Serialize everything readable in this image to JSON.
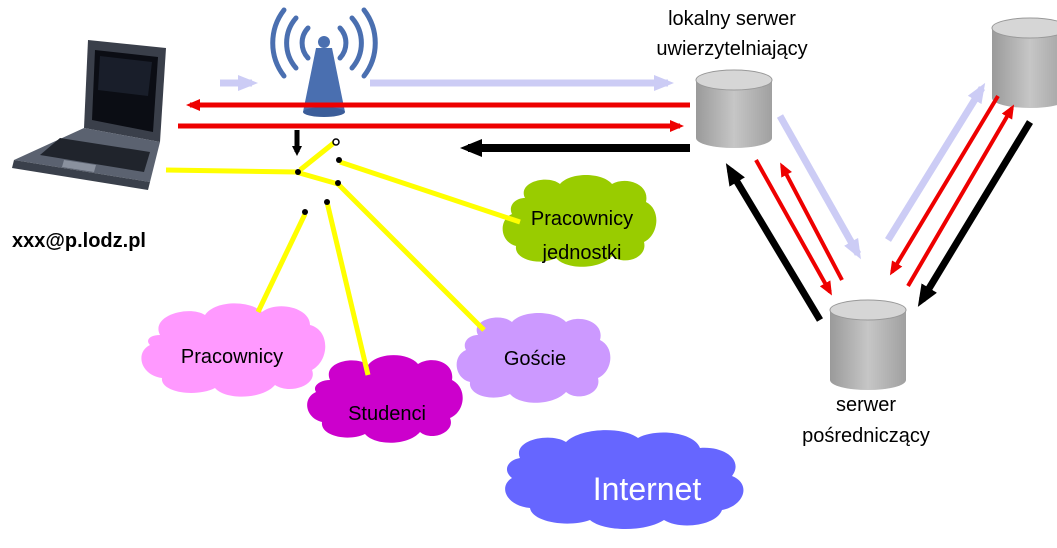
{
  "user": {
    "email": "xxx@p.lodz.pl"
  },
  "servers": {
    "local_line1": "lokalny serwer",
    "local_line2": "uwierzytelniający",
    "proxy_line1": "serwer",
    "proxy_line2": "pośredniczący"
  },
  "groups": {
    "employees": "Pracownicy",
    "students": "Studenci",
    "guests": "Goście",
    "unit_line1": "Pracownicy",
    "unit_line2": "jednostki"
  },
  "internet": "Internet",
  "colors": {
    "request": "#ccccf5",
    "response": "#ee0000",
    "accept": "#000000",
    "vlan": "#ffff00",
    "antenna": "#4a6fb0",
    "server": "#b8b8b8",
    "cloud_employees": "#ff99ff",
    "cloud_students": "#cc00cc",
    "cloud_guests": "#cc99ff",
    "cloud_unit": "#99cc00",
    "cloud_internet": "#6666ff"
  },
  "icons": [
    "laptop-icon",
    "wifi-access-point-icon",
    "server-icon"
  ]
}
